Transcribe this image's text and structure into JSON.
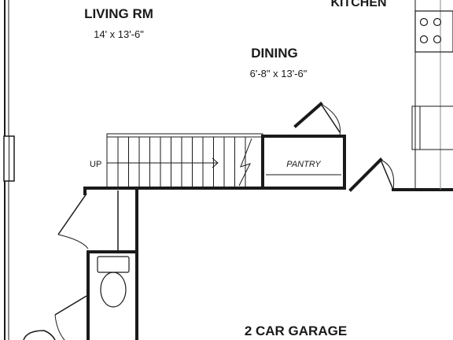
{
  "rooms": {
    "kitchen": {
      "name": "KITCHEN"
    },
    "living": {
      "name": "LIVING RM",
      "dims": "14' x 13'-6\""
    },
    "dining": {
      "name": "DINING",
      "dims": "6'-8\" x 13'-6\""
    },
    "pantry": {
      "name": "PANTRY"
    },
    "garage": {
      "name": "2 CAR GARAGE"
    }
  },
  "stairs": {
    "label": "UP"
  }
}
